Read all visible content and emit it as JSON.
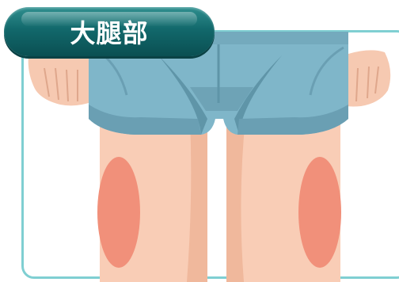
{
  "title": {
    "text": "大腿部"
  },
  "colors": {
    "title_bg": "#12686b",
    "frame_border": "#7fcfd2",
    "shorts": "#7fb6c9",
    "skin": "#f9cdb6",
    "injection_area": "#f1907a"
  },
  "illustration": {
    "subject": "thighs-with-shorts",
    "highlighted_regions": [
      "left-outer-thigh",
      "right-outer-thigh"
    ]
  }
}
